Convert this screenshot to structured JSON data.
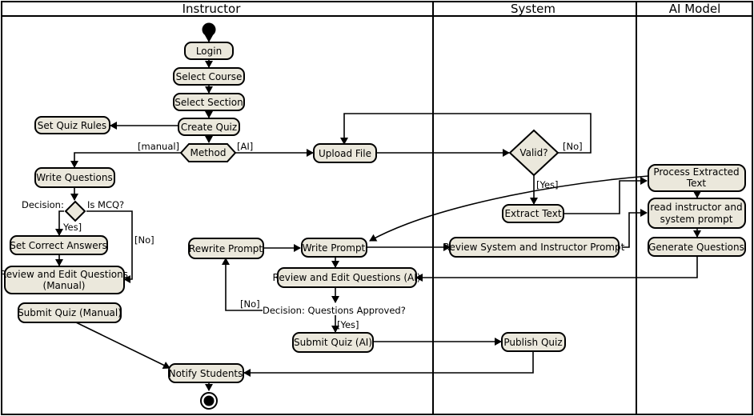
{
  "lanes": [
    "Instructor",
    "System",
    "AI Model"
  ],
  "nodes": {
    "login": "Login",
    "select_course": "Select Course",
    "select_section": "Select Section",
    "create_quiz": "Create Quiz",
    "set_quiz_rules": "Set Quiz Rules",
    "method": "Method",
    "write_questions": "Write Questions",
    "set_correct_answers": "Set Correct Answers",
    "review_edit_manual_1": "Review and Edit Questions",
    "review_edit_manual_2": "(Manual)",
    "submit_quiz_manual": "Submit Quiz (Manual)",
    "notify_students": "Notify Students",
    "upload_file": "Upload File",
    "valid": "Valid?",
    "extract_text": "Extract Text",
    "process_extracted_1": "Process Extracted",
    "process_extracted_2": "Text",
    "read_prompt_1": "read instructor and",
    "read_prompt_2": "system prompt",
    "generate_questions": "Generate Questions",
    "review_system_instructor_prompt": "Review System and Instructor Prompt",
    "write_prompt": "Write Prompt",
    "rewrite_prompt": "Rewrite Prompt",
    "review_edit_ai": "Review and Edit Questions (AI)",
    "submit_quiz_ai": "Submit Quiz (AI)",
    "publish_quiz": "Publish Quiz"
  },
  "labels": {
    "manual": "[manual]",
    "ai": "[AI]",
    "no_valid": "[No]",
    "yes_valid": "[Yes]",
    "decision_word": "Decision:",
    "is_mcq": "Is MCQ?",
    "yes_mcq": "Yes]",
    "no_mcq": "[No]",
    "decision_approved": "Decision: Questions Approved?",
    "no_approved": "[No]",
    "yes_approved": "[Yes]"
  }
}
